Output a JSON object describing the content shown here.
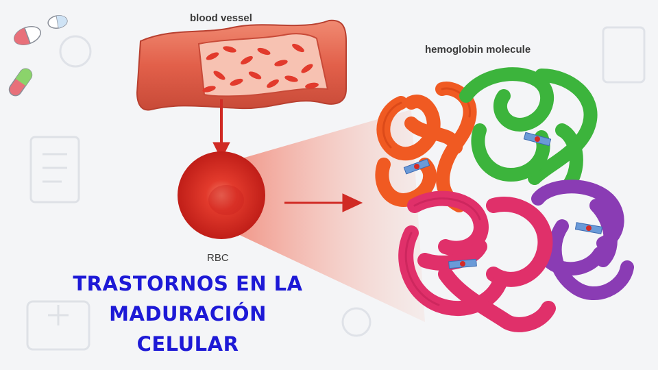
{
  "labels": {
    "blood_vessel": "blood vessel",
    "hemoglobin_molecule": "hemoglobin molecule",
    "rbc": "RBC"
  },
  "title": {
    "line1": "TRASTORNOS EN LA MADURACIÓN",
    "line2": "CELULAR"
  },
  "colors": {
    "title": "#1d19d6",
    "vessel": "#e0604a",
    "rbc": "#d62a24",
    "chain_orange": "#f05a22",
    "chain_green": "#3cb43c",
    "chain_magenta": "#e0306a",
    "chain_purple": "#8a3cb4",
    "heme": "#6a9ad8"
  },
  "icons": [
    "pill-icon",
    "pill-icon",
    "capsule-icon"
  ]
}
